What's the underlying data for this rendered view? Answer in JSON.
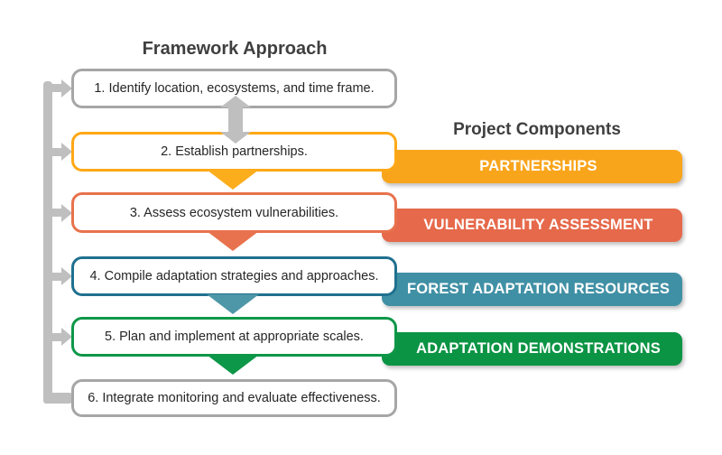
{
  "titles": {
    "left": "Framework Approach",
    "right": "Project Components"
  },
  "steps": [
    {
      "label": "1. Identify location, ecosystems, and time frame.",
      "border_color": "#A6A6A6"
    },
    {
      "label": "2. Establish partnerships.",
      "border_color": "#FFA816"
    },
    {
      "label": "3. Assess ecosystem vulnerabilities.",
      "border_color": "#E8724D"
    },
    {
      "label": "4. Compile adaptation strategies and approaches.",
      "border_color": "#20708F"
    },
    {
      "label": "5. Plan and implement at appropriate scales.",
      "border_color": "#0E9748"
    },
    {
      "label": "6. Integrate monitoring and evaluate effectiveness.",
      "border_color": "#A6A6A6"
    }
  ],
  "components": [
    {
      "label": "PARTNERSHIPS",
      "color": "#F9A51C"
    },
    {
      "label": "VULNERABILITY ASSESSMENT",
      "color": "#E6694B"
    },
    {
      "label": "FOREST ADAPTATION RESOURCES",
      "color": "#4090A5"
    },
    {
      "label": "ADAPTATION DEMONSTRATIONS",
      "color": "#0B9444"
    }
  ],
  "arrows": {
    "bidirectional_color": "#BFBFBF",
    "feedback_color": "#BFBFBF",
    "step2_to_3_color": "#FBAD1C",
    "step3_to_4_color": "#E8724D",
    "step4_to_5_color": "#4E97A8",
    "step5_to_6_color": "#0D9748"
  },
  "text_color": "#262626",
  "title_color": "#3F3F3F",
  "background_color": "#FFFFFF"
}
